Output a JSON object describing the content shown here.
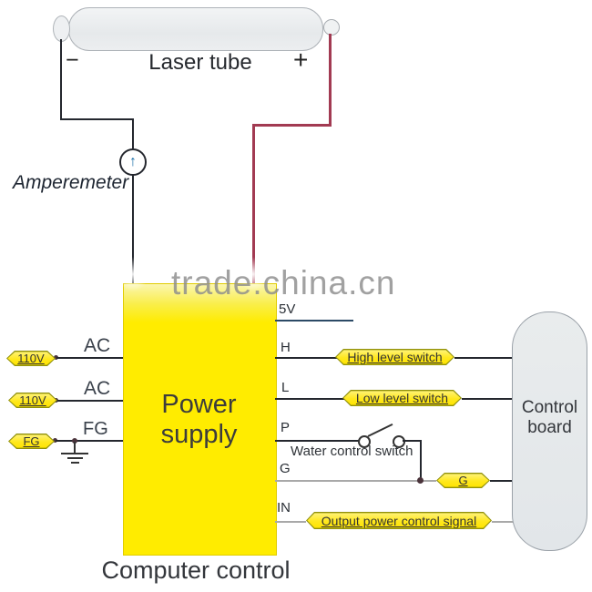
{
  "laser_tube": {
    "label": "Laser tube",
    "minus": "−",
    "plus": "+"
  },
  "amperemeter": {
    "label": "Amperemeter",
    "arrow": "↑"
  },
  "watermark": "trade.china.cn",
  "power_supply": {
    "label": "Power supply"
  },
  "computer_control_caption": "Computer control",
  "control_board": {
    "line1": "Control",
    "line2": "board"
  },
  "left_inputs": [
    {
      "tag": "110V",
      "wire_label": "AC"
    },
    {
      "tag": "110V",
      "wire_label": "AC"
    },
    {
      "tag": "FG",
      "wire_label": "FG"
    }
  ],
  "pins": {
    "p5v": "5V",
    "h": "H",
    "l": "L",
    "p": "P",
    "g": "G",
    "in": "IN"
  },
  "switch_tags": {
    "high": "High level switch",
    "low": "Low level switch",
    "water": "Water control switch",
    "g": "G",
    "output": "Output power control signal"
  },
  "colors": {
    "positive_wire": "#a23a52",
    "negative_wire": "#24272e",
    "power_supply_fill": "#ffec00",
    "tag_fill": "#ffe81e",
    "tag_border": "#90900a",
    "board_fill": "#e6e9ec"
  }
}
